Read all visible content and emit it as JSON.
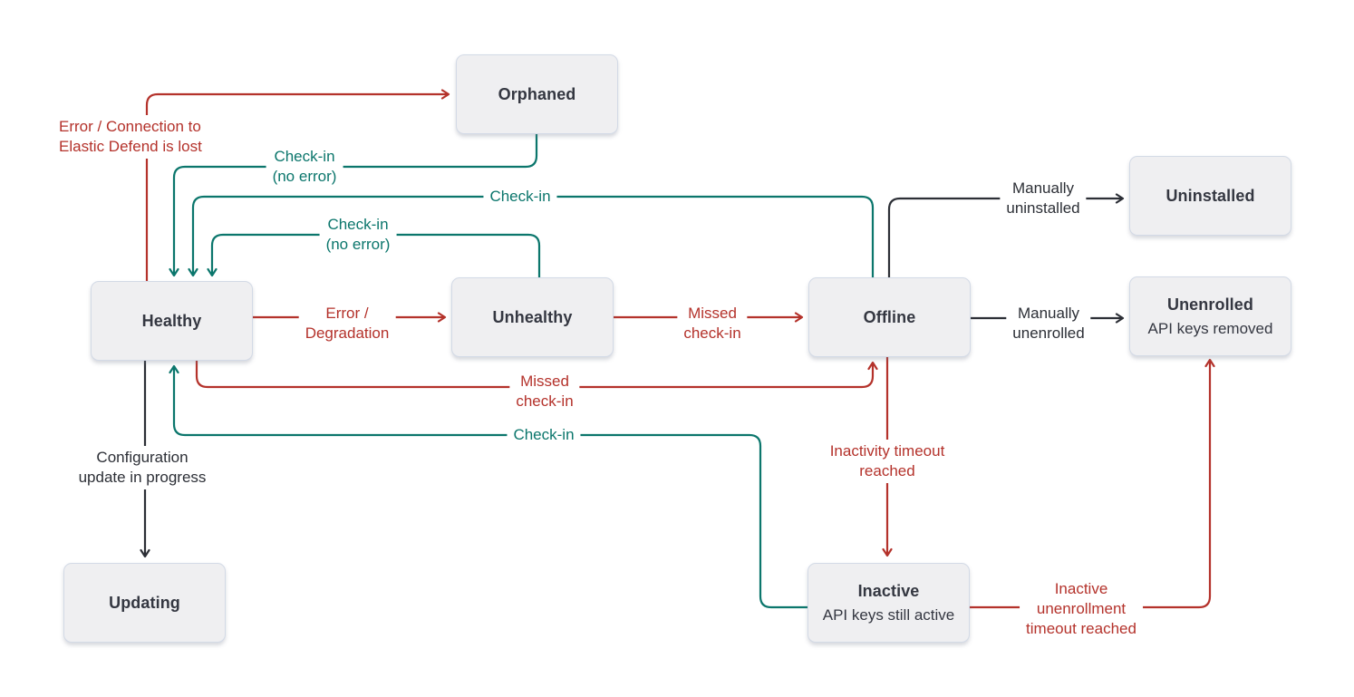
{
  "colors": {
    "background": "#ffffff",
    "red": "#b4322b",
    "teal": "#0b766c",
    "dark": "#2c2f36",
    "node_fill": "#efeff1",
    "node_border": "#d3dae6",
    "node_text": "#343741"
  },
  "nodes": [
    {
      "id": "orphaned",
      "title": "Orphaned",
      "subtitle": ""
    },
    {
      "id": "uninstalled",
      "title": "Uninstalled",
      "subtitle": ""
    },
    {
      "id": "healthy",
      "title": "Healthy",
      "subtitle": ""
    },
    {
      "id": "unhealthy",
      "title": "Unhealthy",
      "subtitle": ""
    },
    {
      "id": "offline",
      "title": "Offline",
      "subtitle": ""
    },
    {
      "id": "unenrolled",
      "title": "Unenrolled",
      "subtitle": "API keys removed"
    },
    {
      "id": "updating",
      "title": "Updating",
      "subtitle": ""
    },
    {
      "id": "inactive",
      "title": "Inactive",
      "subtitle": "API keys still active"
    }
  ],
  "edges": [
    {
      "id": "healthy-to-orphaned",
      "from": "Healthy",
      "to": "Orphaned",
      "color": "red",
      "label": "Error / Connection to\nElastic Defend is lost"
    },
    {
      "id": "orphaned-to-healthy",
      "from": "Orphaned",
      "to": "Healthy",
      "color": "teal",
      "label": "Check-in\n(no error)"
    },
    {
      "id": "offline-to-healthy",
      "from": "Offline",
      "to": "Healthy",
      "color": "teal",
      "label": "Check-in"
    },
    {
      "id": "unhealthy-to-healthy",
      "from": "Unhealthy",
      "to": "Healthy",
      "color": "teal",
      "label": "Check-in\n(no error)"
    },
    {
      "id": "healthy-to-unhealthy",
      "from": "Healthy",
      "to": "Unhealthy",
      "color": "red",
      "label": "Error /\nDegradation"
    },
    {
      "id": "unhealthy-to-offline",
      "from": "Unhealthy",
      "to": "Offline",
      "color": "red",
      "label": "Missed\ncheck-in"
    },
    {
      "id": "offline-to-uninstalled",
      "from": "Offline",
      "to": "Uninstalled",
      "color": "dark",
      "label": "Manually\nuninstalled"
    },
    {
      "id": "offline-to-unenrolled",
      "from": "Offline",
      "to": "Unenrolled",
      "color": "dark",
      "label": "Manually\nunenrolled"
    },
    {
      "id": "healthy-to-offline",
      "from": "Healthy",
      "to": "Offline",
      "color": "red",
      "label": "Missed\ncheck-in"
    },
    {
      "id": "inactive-to-healthy",
      "from": "Inactive",
      "to": "Healthy",
      "color": "teal",
      "label": "Check-in"
    },
    {
      "id": "healthy-to-updating",
      "from": "Healthy",
      "to": "Updating",
      "color": "dark",
      "label": "Configuration\nupdate in progress"
    },
    {
      "id": "offline-to-inactive",
      "from": "Offline",
      "to": "Inactive",
      "color": "red",
      "label": "Inactivity timeout\nreached"
    },
    {
      "id": "inactive-to-unenrolled",
      "from": "Inactive",
      "to": "Unenrolled",
      "color": "red",
      "label": "Inactive\nunenrollment\ntimeout reached"
    }
  ]
}
